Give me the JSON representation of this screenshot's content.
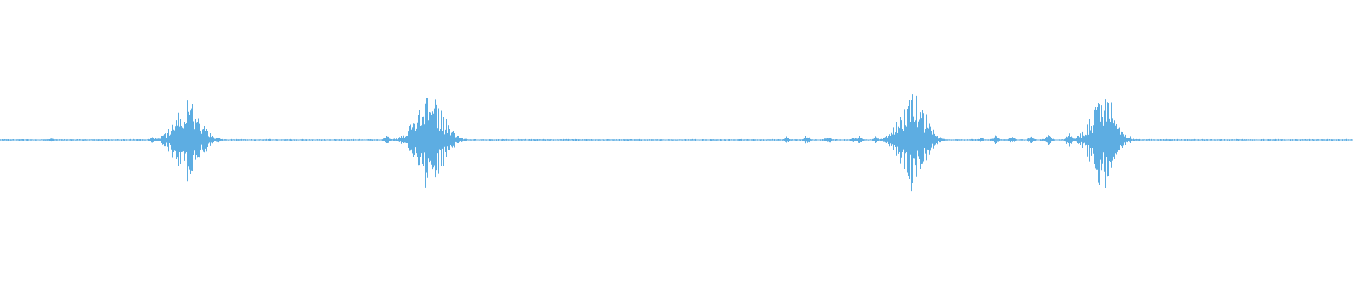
{
  "waveform": {
    "color": "#5dade2",
    "baseline_amplitude": 0.004,
    "bursts": [
      {
        "center": 0.1385,
        "width": 0.02,
        "peak": 0.3
      },
      {
        "center": 0.3175,
        "width": 0.02,
        "peak": 0.39
      },
      {
        "center": 0.6745,
        "width": 0.018,
        "peak": 0.39
      },
      {
        "center": 0.8155,
        "width": 0.018,
        "peak": 0.38
      }
    ],
    "small_events": [
      {
        "center": 0.038,
        "peak": 0.012
      },
      {
        "center": 0.112,
        "peak": 0.02
      },
      {
        "center": 0.286,
        "peak": 0.03
      },
      {
        "center": 0.581,
        "peak": 0.025
      },
      {
        "center": 0.596,
        "peak": 0.035
      },
      {
        "center": 0.612,
        "peak": 0.03
      },
      {
        "center": 0.631,
        "peak": 0.025
      },
      {
        "center": 0.635,
        "peak": 0.03
      },
      {
        "center": 0.647,
        "peak": 0.025
      },
      {
        "center": 0.725,
        "peak": 0.018
      },
      {
        "center": 0.736,
        "peak": 0.035
      },
      {
        "center": 0.748,
        "peak": 0.03
      },
      {
        "center": 0.762,
        "peak": 0.035
      },
      {
        "center": 0.775,
        "peak": 0.045
      },
      {
        "center": 0.79,
        "peak": 0.06
      }
    ]
  }
}
